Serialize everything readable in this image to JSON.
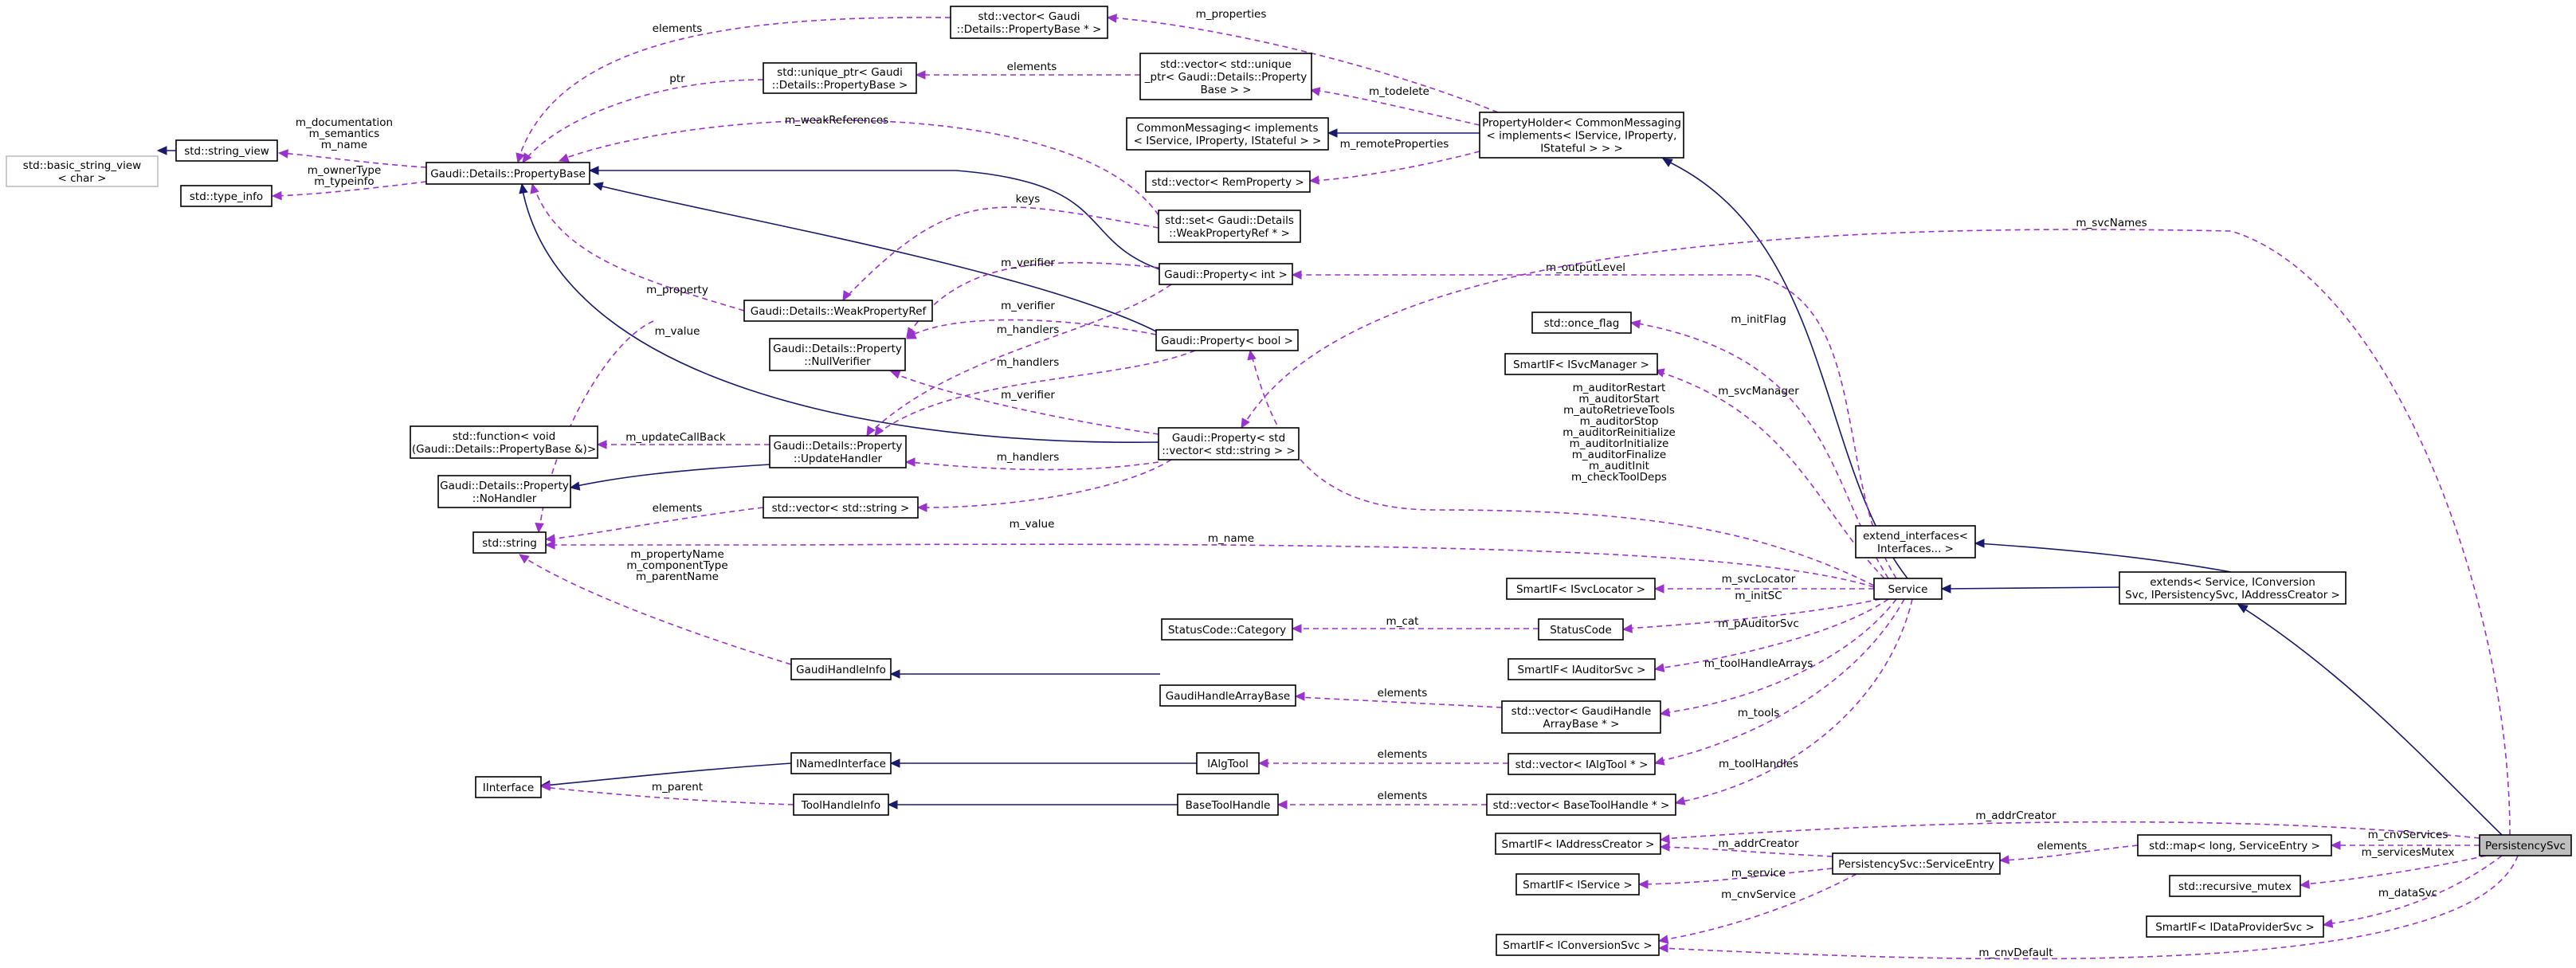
{
  "diagram": {
    "colors": {
      "inheritance": "#191970",
      "usage": "#9a32cd",
      "highlight": "#bfbfbf",
      "external_border": "#bfbfbf"
    },
    "nodes": [
      {
        "id": "basic_sv",
        "lines": [
          "std::basic_string_view",
          "< char >"
        ]
      },
      {
        "id": "string_view",
        "lines": [
          "std::string_view"
        ]
      },
      {
        "id": "type_info",
        "lines": [
          "std::type_info"
        ]
      },
      {
        "id": "propbase",
        "lines": [
          "Gaudi::Details::PropertyBase"
        ]
      },
      {
        "id": "vec_pbptr",
        "lines": [
          "std::vector< Gaudi",
          "::Details::PropertyBase * >"
        ]
      },
      {
        "id": "uptr_pb",
        "lines": [
          "std::unique_ptr< Gaudi",
          "::Details::PropertyBase >"
        ]
      },
      {
        "id": "vec_uptr",
        "lines": [
          "std::vector< std::unique",
          "_ptr< Gaudi::Details::Property",
          "Base > >"
        ]
      },
      {
        "id": "cmsg",
        "lines": [
          "CommonMessaging< implements",
          "< IService, IProperty, IStateful > >"
        ]
      },
      {
        "id": "vec_remprop",
        "lines": [
          "std::vector< RemProperty >"
        ]
      },
      {
        "id": "propholder",
        "lines": [
          "PropertyHolder< CommonMessaging",
          "< implements< IService, IProperty,",
          "IStateful > > >"
        ]
      },
      {
        "id": "set_wpr",
        "lines": [
          "std::set< Gaudi::Details",
          "::WeakPropertyRef * >"
        ]
      },
      {
        "id": "prop_int",
        "lines": [
          "Gaudi::Property< int >"
        ]
      },
      {
        "id": "wpr",
        "lines": [
          "Gaudi::Details::WeakPropertyRef"
        ]
      },
      {
        "id": "nullver",
        "lines": [
          "Gaudi::Details::Property",
          "::NullVerifier"
        ]
      },
      {
        "id": "prop_bool",
        "lines": [
          "Gaudi::Property< bool >"
        ]
      },
      {
        "id": "once_flag",
        "lines": [
          "std::once_flag"
        ]
      },
      {
        "id": "sif_svcmgr",
        "lines": [
          "SmartIF< ISvcManager >"
        ]
      },
      {
        "id": "func",
        "lines": [
          "std::function< void",
          "(Gaudi::Details::PropertyBase &)>"
        ]
      },
      {
        "id": "nohandler",
        "lines": [
          "Gaudi::Details::Property",
          "::NoHandler"
        ]
      },
      {
        "id": "updhandler",
        "lines": [
          "Gaudi::Details::Property",
          "::UpdateHandler"
        ]
      },
      {
        "id": "prop_vecstr",
        "lines": [
          "Gaudi::Property< std",
          "::vector< std::string > >"
        ]
      },
      {
        "id": "vec_str",
        "lines": [
          "std::vector< std::string >"
        ]
      },
      {
        "id": "string",
        "lines": [
          "std::string"
        ]
      },
      {
        "id": "extif",
        "lines": [
          "extend_interfaces<",
          "Interfaces... >"
        ]
      },
      {
        "id": "sif_svcloc",
        "lines": [
          "SmartIF< ISvcLocator >"
        ]
      },
      {
        "id": "service",
        "lines": [
          "Service"
        ]
      },
      {
        "id": "extends",
        "lines": [
          "extends< Service, IConversion",
          "Svc, IPersistencySvc, IAddressCreator >"
        ]
      },
      {
        "id": "sc_cat",
        "lines": [
          "StatusCode::Category"
        ]
      },
      {
        "id": "statuscode",
        "lines": [
          "StatusCode"
        ]
      },
      {
        "id": "gaudihi",
        "lines": [
          "GaudiHandleInfo"
        ]
      },
      {
        "id": "sif_auditor",
        "lines": [
          "SmartIF< IAuditorSvc >"
        ]
      },
      {
        "id": "ghab",
        "lines": [
          "GaudiHandleArrayBase"
        ]
      },
      {
        "id": "vec_ghab",
        "lines": [
          "std::vector< GaudiHandle",
          "ArrayBase * >"
        ]
      },
      {
        "id": "iinterface",
        "lines": [
          "IInterface"
        ]
      },
      {
        "id": "inamed",
        "lines": [
          "INamedInterface"
        ]
      },
      {
        "id": "ialgtool",
        "lines": [
          "IAlgTool"
        ]
      },
      {
        "id": "vec_ialg",
        "lines": [
          "std::vector< IAlgTool * >"
        ]
      },
      {
        "id": "thi",
        "lines": [
          "ToolHandleInfo"
        ]
      },
      {
        "id": "bth",
        "lines": [
          "BaseToolHandle"
        ]
      },
      {
        "id": "vec_bth",
        "lines": [
          "std::vector< BaseToolHandle * >"
        ]
      },
      {
        "id": "sif_addr",
        "lines": [
          "SmartIF< IAddressCreator >"
        ]
      },
      {
        "id": "map",
        "lines": [
          "std::map< long, ServiceEntry >"
        ]
      },
      {
        "id": "persvc",
        "lines": [
          "PersistencySvc"
        ]
      },
      {
        "id": "svcentry",
        "lines": [
          "PersistencySvc::ServiceEntry"
        ]
      },
      {
        "id": "rmutex",
        "lines": [
          "std::recursive_mutex"
        ]
      },
      {
        "id": "sif_isvc",
        "lines": [
          "SmartIF< IService >"
        ]
      },
      {
        "id": "sif_dps",
        "lines": [
          "SmartIF< IDataProviderSvc >"
        ]
      },
      {
        "id": "sif_conv",
        "lines": [
          "SmartIF< IConversionSvc >"
        ]
      }
    ],
    "edges": [
      {
        "id": "e_sv_basic",
        "kind": "inh",
        "lines": []
      },
      {
        "id": "e_pb_sv",
        "kind": "use",
        "lines": [
          "m_documentation",
          "m_semantics",
          "m_name"
        ]
      },
      {
        "id": "e_pb_ti",
        "kind": "use",
        "lines": [
          "m_ownerType",
          "m_typeinfo"
        ]
      },
      {
        "id": "e_vecpb_pb",
        "kind": "use",
        "lines": [
          "elements"
        ]
      },
      {
        "id": "e_uptr_pb",
        "kind": "use",
        "lines": [
          "ptr"
        ]
      },
      {
        "id": "e_vecuptr_uptr",
        "kind": "use",
        "lines": [
          "elements"
        ]
      },
      {
        "id": "e_ph_vecpb",
        "kind": "use",
        "lines": [
          "m_properties"
        ]
      },
      {
        "id": "e_ph_vecuptr",
        "kind": "use",
        "lines": [
          "m_todelete"
        ]
      },
      {
        "id": "e_ph_cmsg",
        "kind": "inh",
        "lines": []
      },
      {
        "id": "e_ph_vecrem",
        "kind": "use",
        "lines": [
          "m_remoteProperties"
        ]
      },
      {
        "id": "e_set_pb",
        "kind": "use",
        "lines": [
          "m_weakReferences"
        ]
      },
      {
        "id": "e_pint_pb",
        "kind": "inh",
        "lines": []
      },
      {
        "id": "e_pbool_pb",
        "kind": "inh",
        "lines": []
      },
      {
        "id": "e_pvec_pb",
        "kind": "inh",
        "lines": []
      },
      {
        "id": "e_wpr_pb",
        "kind": "use",
        "lines": [
          "m_property"
        ]
      },
      {
        "id": "e_set_wpr",
        "kind": "use",
        "lines": [
          "keys"
        ]
      },
      {
        "id": "e_pint_nv",
        "kind": "use",
        "lines": [
          "m_verifier"
        ]
      },
      {
        "id": "e_pbool_nv",
        "kind": "use",
        "lines": [
          "m_verifier"
        ]
      },
      {
        "id": "e_pvec_nv",
        "kind": "use",
        "lines": [
          "m_verifier"
        ]
      },
      {
        "id": "e_pint_uh",
        "kind": "use",
        "lines": [
          "m_handlers"
        ]
      },
      {
        "id": "e_pbool_uh",
        "kind": "use",
        "lines": [
          "m_handlers"
        ]
      },
      {
        "id": "e_pvec_uh",
        "kind": "use",
        "lines": [
          "m_handlers"
        ]
      },
      {
        "id": "e_uh_func",
        "kind": "use",
        "lines": [
          "m_updateCallBack"
        ]
      },
      {
        "id": "e_uh_noh",
        "kind": "inh",
        "lines": []
      },
      {
        "id": "e_pvec_vstr",
        "kind": "use",
        "lines": [
          "m_value"
        ]
      },
      {
        "id": "e_vstr_str",
        "kind": "use",
        "lines": [
          "elements"
        ]
      },
      {
        "id": "e_wpr_str",
        "kind": "use",
        "lines": [
          "m_value"
        ]
      },
      {
        "id": "e_ghi_str",
        "kind": "use",
        "lines": [
          "m_propertyName",
          "m_componentType",
          "m_parentName"
        ]
      },
      {
        "id": "e_svc_str",
        "kind": "use",
        "lines": [
          "m_name"
        ]
      },
      {
        "id": "e_svc_ph",
        "kind": "inh",
        "lines": []
      },
      {
        "id": "e_svc_pint",
        "kind": "use",
        "lines": [
          "m_outputLevel"
        ]
      },
      {
        "id": "e_svc_once",
        "kind": "use",
        "lines": [
          "m_initFlag"
        ]
      },
      {
        "id": "e_svc_svcmgr",
        "kind": "use",
        "lines": [
          "m_svcManager"
        ]
      },
      {
        "id": "e_svc_pbool",
        "kind": "use",
        "lines": [
          "m_auditorRestart",
          "m_auditorStart",
          "m_autoRetrieveTools",
          "m_auditorStop",
          "m_auditorReinitialize",
          "m_auditorInitialize",
          "m_auditorFinalize",
          "m_auditInit",
          "m_checkToolDeps"
        ]
      },
      {
        "id": "e_ps_pvec",
        "kind": "use",
        "lines": [
          "m_svcNames"
        ]
      },
      {
        "id": "e_svc_svcloc",
        "kind": "use",
        "lines": [
          "m_svcLocator"
        ]
      },
      {
        "id": "e_svc_sc",
        "kind": "use",
        "lines": [
          "m_initSC"
        ]
      },
      {
        "id": "e_sc_cat",
        "kind": "use",
        "lines": [
          "m_cat"
        ]
      },
      {
        "id": "e_svc_aud",
        "kind": "use",
        "lines": [
          "m_pAuditorSvc"
        ]
      },
      {
        "id": "e_svc_vghab",
        "kind": "use",
        "lines": [
          "m_toolHandleArrays"
        ]
      },
      {
        "id": "e_vghab_ghab",
        "kind": "use",
        "lines": [
          "elements"
        ]
      },
      {
        "id": "e_ghab_ghi",
        "kind": "inh",
        "lines": []
      },
      {
        "id": "e_svc_vialg",
        "kind": "use",
        "lines": [
          "m_tools"
        ]
      },
      {
        "id": "e_vialg_ialg",
        "kind": "use",
        "lines": [
          "elements"
        ]
      },
      {
        "id": "e_ialg_inamed",
        "kind": "inh",
        "lines": []
      },
      {
        "id": "e_inamed_iif",
        "kind": "inh",
        "lines": []
      },
      {
        "id": "e_svc_vbth",
        "kind": "use",
        "lines": [
          "m_toolHandles"
        ]
      },
      {
        "id": "e_vbth_bth",
        "kind": "use",
        "lines": [
          "elements"
        ]
      },
      {
        "id": "e_bth_thi",
        "kind": "inh",
        "lines": []
      },
      {
        "id": "e_thi_iif",
        "kind": "use",
        "lines": [
          "m_parent"
        ]
      },
      {
        "id": "e_ext_svc",
        "kind": "inh",
        "lines": []
      },
      {
        "id": "e_ext_extif",
        "kind": "inh",
        "lines": []
      },
      {
        "id": "e_ps_ext",
        "kind": "inh",
        "lines": []
      },
      {
        "id": "e_ps_addr",
        "kind": "use",
        "lines": [
          "m_addrCreator"
        ]
      },
      {
        "id": "e_ps_map",
        "kind": "use",
        "lines": [
          "m_cnvServices"
        ]
      },
      {
        "id": "e_map_se",
        "kind": "use",
        "lines": [
          "elements"
        ]
      },
      {
        "id": "e_se_addr",
        "kind": "use",
        "lines": [
          "m_addrCreator"
        ]
      },
      {
        "id": "e_se_isvc",
        "kind": "use",
        "lines": [
          "m_service"
        ]
      },
      {
        "id": "e_se_conv",
        "kind": "use",
        "lines": [
          "m_cnvService"
        ]
      },
      {
        "id": "e_ps_mutex",
        "kind": "use",
        "lines": [
          "m_servicesMutex"
        ]
      },
      {
        "id": "e_ps_dps",
        "kind": "use",
        "lines": [
          "m_dataSvc"
        ]
      },
      {
        "id": "e_ps_conv",
        "kind": "use",
        "lines": [
          "m_cnvDefault"
        ]
      }
    ]
  }
}
